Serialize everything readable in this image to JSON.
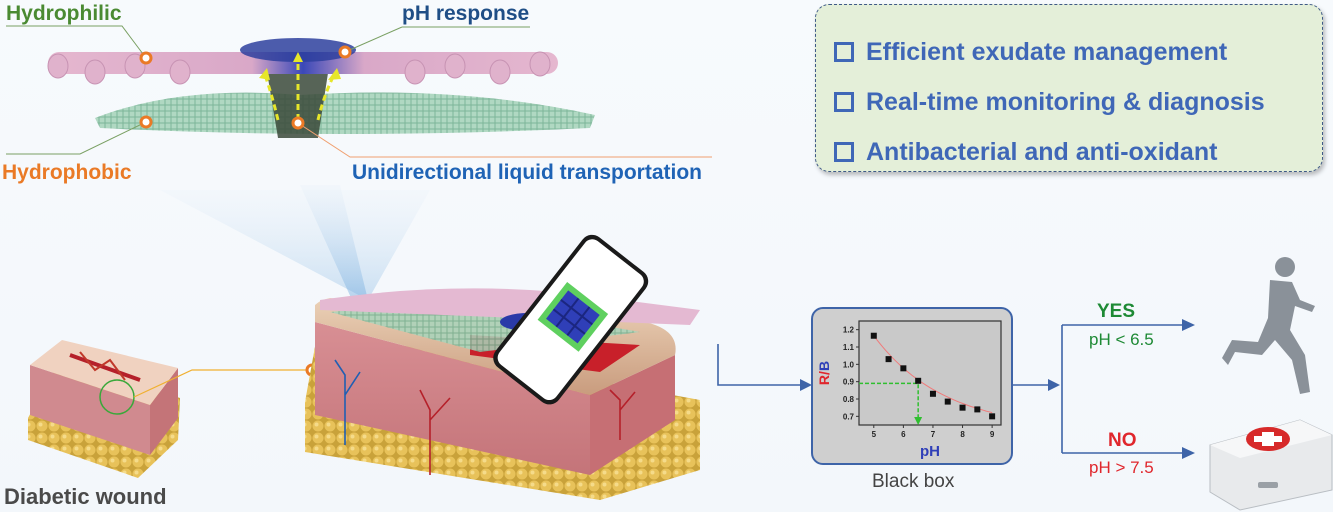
{
  "labels": {
    "hydrophilic": "Hydrophilic",
    "ph_response": "pH response",
    "hydrophobic": "Hydrophobic",
    "unidirectional": "Unidirectional liquid transportation",
    "diabetic_wound": "Diabetic wound"
  },
  "features": [
    {
      "label": "Efficient exudate management"
    },
    {
      "label": "Real-time monitoring & diagnosis"
    },
    {
      "label": "Antibacterial and anti-oxidant"
    }
  ],
  "black_box": {
    "label": "Black box",
    "chart": {
      "type": "scatter",
      "xlabel": "pH",
      "ylabel_r": "R",
      "ylabel_sep": "/",
      "ylabel_b": "B",
      "xticks": [
        "5",
        "6",
        "7",
        "8",
        "9"
      ],
      "yticks": [
        "0.7",
        "0.8",
        "0.9",
        "1.0",
        "1.1",
        "1.2"
      ],
      "x": [
        5,
        5.5,
        6,
        6.5,
        7,
        7.5,
        8,
        8.5,
        9
      ],
      "y": [
        1.165,
        1.03,
        0.977,
        0.905,
        0.83,
        0.785,
        0.75,
        0.74,
        0.7
      ],
      "xlim": [
        4.5,
        9.3
      ],
      "ylim": [
        0.65,
        1.25
      ],
      "guide_x": 6.5,
      "guide_y": 0.89
    }
  },
  "decisions": {
    "yes": {
      "label": "YES",
      "condition": "pH < 6.5",
      "outcome_icon": "runner-icon"
    },
    "no": {
      "label": "NO",
      "condition": "pH > 7.5",
      "outcome_icon": "first-aid-kit-icon"
    }
  },
  "colors": {
    "hydrophilic": "#4a8a32",
    "ph_response": "#1f4e86",
    "hydrophobic": "#ea7a26",
    "unidirectional": "#1f63b5",
    "features_text": "#3f67b7",
    "features_bg": "#e4efd9",
    "yes": "#1e8a35",
    "no": "#e0262c",
    "arrow": "#3e64a8"
  }
}
